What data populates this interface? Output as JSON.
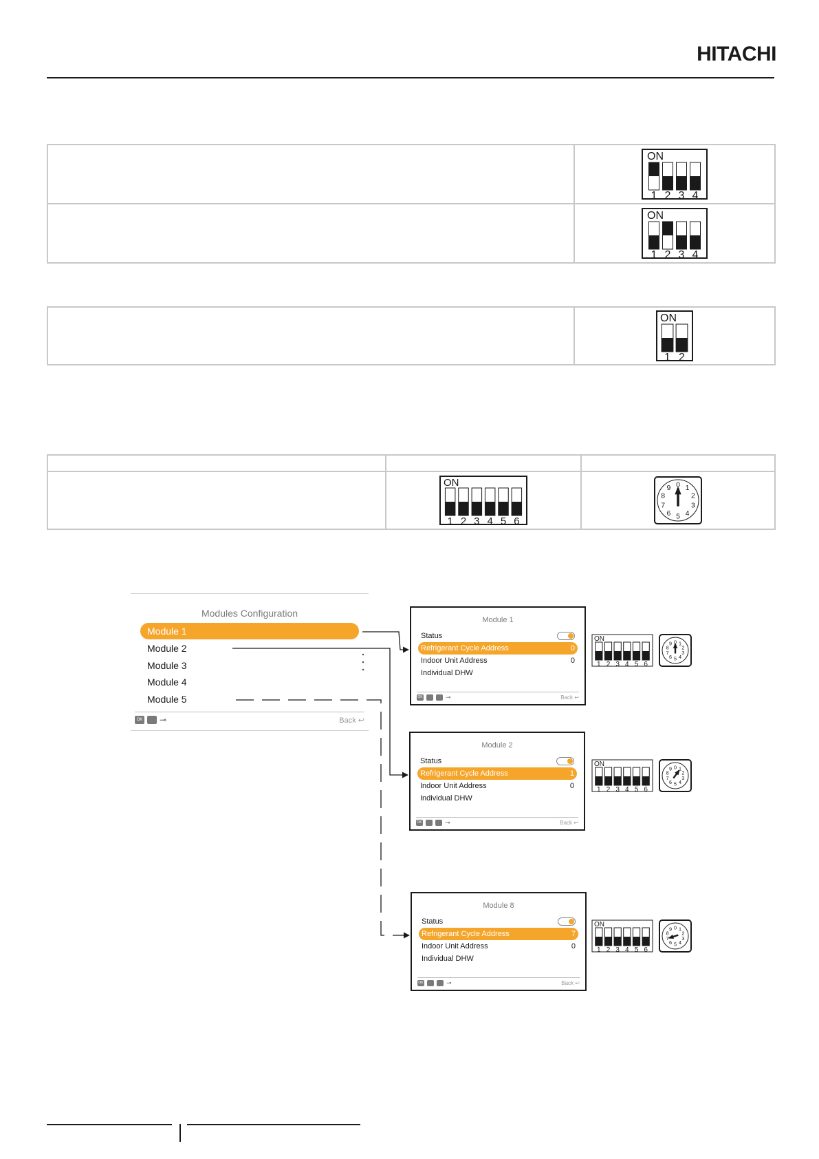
{
  "brand": {
    "logo": "HITACHI"
  },
  "dip_label_on": "ON",
  "table1": {
    "rows": [
      {
        "switch": {
          "labels": [
            "1",
            "2",
            "3",
            "4"
          ],
          "on": [
            true,
            false,
            false,
            false
          ]
        }
      },
      {
        "switch": {
          "labels": [
            "1",
            "2",
            "3",
            "4"
          ],
          "on": [
            false,
            true,
            false,
            false
          ]
        }
      }
    ]
  },
  "table2": {
    "rows": [
      {
        "switch": {
          "labels": [
            "1",
            "2"
          ],
          "on": [
            false,
            false
          ]
        }
      }
    ]
  },
  "table3": {
    "dip": {
      "labels": [
        "1",
        "2",
        "3",
        "4",
        "5",
        "6"
      ],
      "on": [
        false,
        false,
        false,
        false,
        false,
        false
      ]
    },
    "rotary": {
      "digits": [
        "0",
        "1",
        "2",
        "3",
        "4",
        "5",
        "6",
        "7",
        "8",
        "9"
      ],
      "position": "0"
    }
  },
  "modules_config": {
    "title": "Modules Configuration",
    "items": [
      "Module 1",
      "Module 2",
      "Module 3",
      "Module 4",
      "Module 5"
    ],
    "selected_index": 0,
    "footer": {
      "ok_label": "OK",
      "back_label": "Back"
    }
  },
  "screens": [
    {
      "title": "Module 1",
      "rows": [
        {
          "label": "Status",
          "value": "",
          "toggle": true
        },
        {
          "label": "Refrigerant Cycle Address",
          "value": "0",
          "highlighted": true
        },
        {
          "label": "Indoor Unit Address",
          "value": "0"
        },
        {
          "label": "Individual DHW",
          "value": ""
        }
      ],
      "rotary_position": "0"
    },
    {
      "title": "Module 2",
      "rows": [
        {
          "label": "Status",
          "value": "",
          "toggle": true
        },
        {
          "label": "Refrigerant Cycle Address",
          "value": "1",
          "highlighted": true
        },
        {
          "label": "Indoor Unit Address",
          "value": "0"
        },
        {
          "label": "Individual DHW",
          "value": ""
        }
      ],
      "rotary_position": "1"
    },
    {
      "title": "Module 8",
      "rows": [
        {
          "label": "Status",
          "value": "",
          "toggle": true
        },
        {
          "label": "Refrigerant Cycle Address",
          "value": "7",
          "highlighted": true
        },
        {
          "label": "Indoor Unit Address",
          "value": "0"
        },
        {
          "label": "Individual DHW",
          "value": ""
        }
      ],
      "rotary_position": "7"
    }
  ],
  "screen_footer": {
    "ok_label": "OK",
    "back_label": "Back"
  },
  "small_dip": {
    "labels": [
      "1",
      "2",
      "3",
      "4",
      "5",
      "6"
    ],
    "on": [
      false,
      false,
      false,
      false,
      false,
      false
    ]
  },
  "colors": {
    "accent": "#f5a52a",
    "border": "#c8c8c8",
    "ink": "#1a1a1a"
  }
}
